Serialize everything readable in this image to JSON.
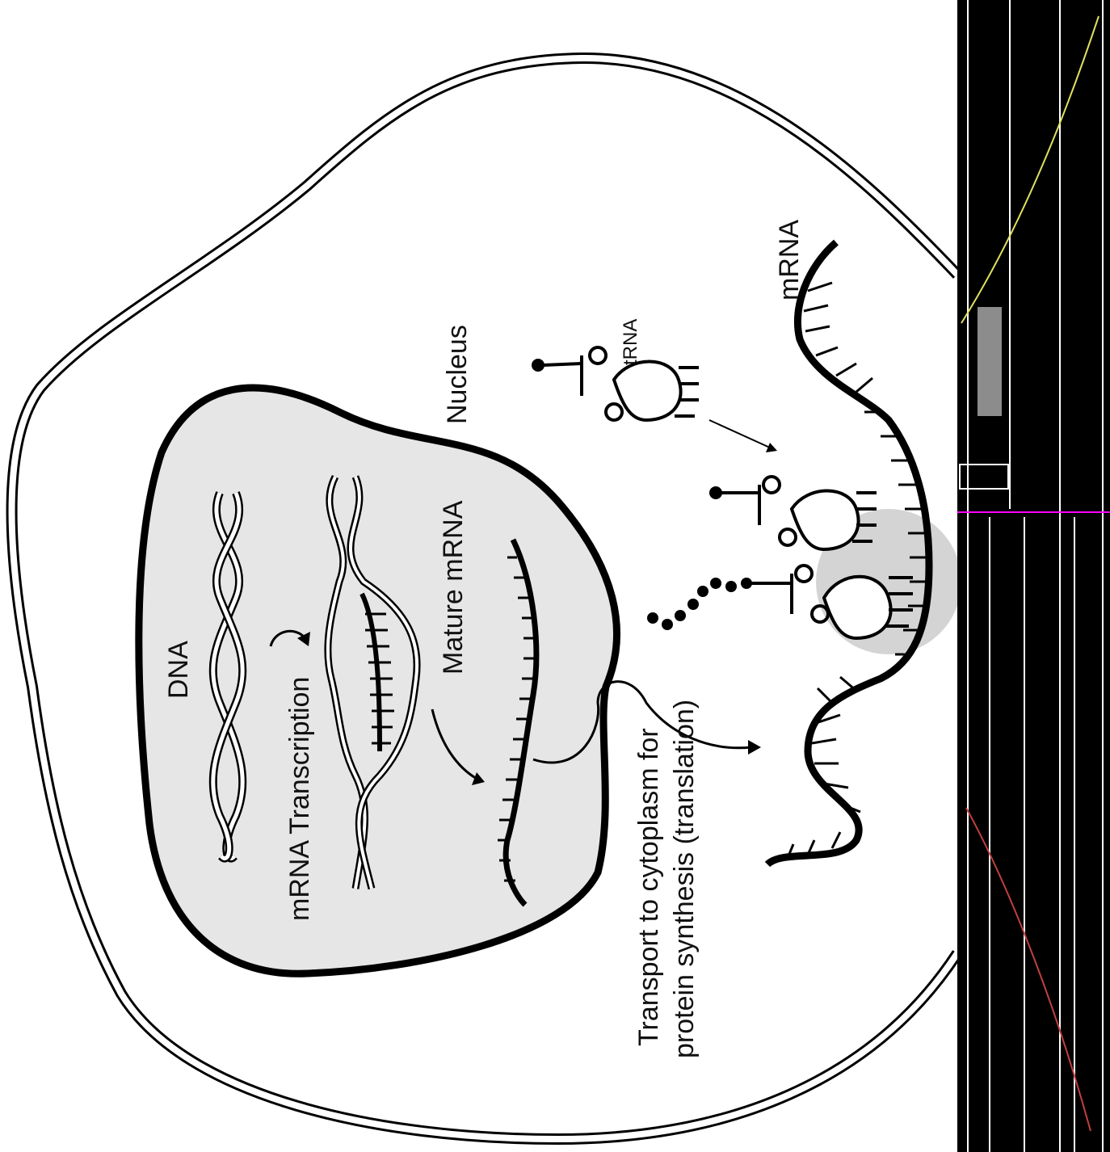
{
  "diagram": {
    "labels": {
      "dna": "DNA",
      "mrna_transcription": "mRNA Transcription",
      "mature_mrna": "Mature mRNA",
      "nucleus": "Nucleus",
      "trna": "tRNA",
      "mrna": "mRNA",
      "transport_line1": "Transport to cytoplasm for",
      "transport_line2": "protein synthesis (translation)"
    },
    "colors": {
      "nucleus_fill": "#e6e6e6",
      "ribosome_fill": "#d4d4d4",
      "outline": "#000000",
      "strip_background": "#000000"
    }
  }
}
